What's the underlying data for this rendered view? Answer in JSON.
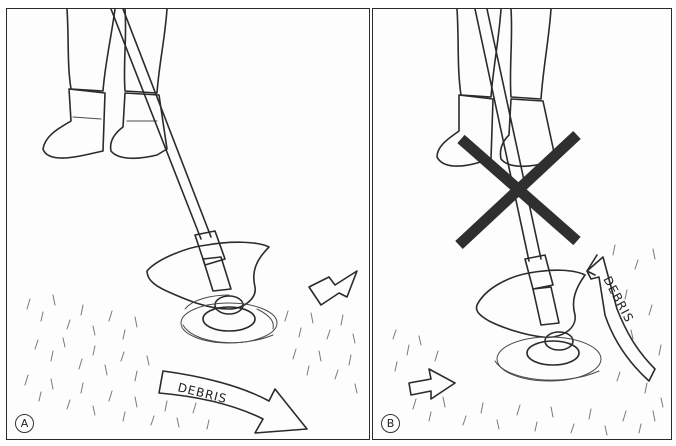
{
  "panels": [
    {
      "id": "A",
      "label": "A",
      "arrow_text": "DEBRIS"
    },
    {
      "id": "B",
      "label": "B",
      "arrow_text": "DEBRIS"
    }
  ],
  "colors": {
    "ink": "#2b2b2b",
    "cross": "#2f2f2f",
    "background": "#ffffff"
  },
  "icons": [
    "operator-boots-icon",
    "trimmer-shaft-icon",
    "trimmer-head-icon",
    "debris-arrow-icon",
    "incoming-arrow-icon",
    "prohibited-cross-icon"
  ]
}
